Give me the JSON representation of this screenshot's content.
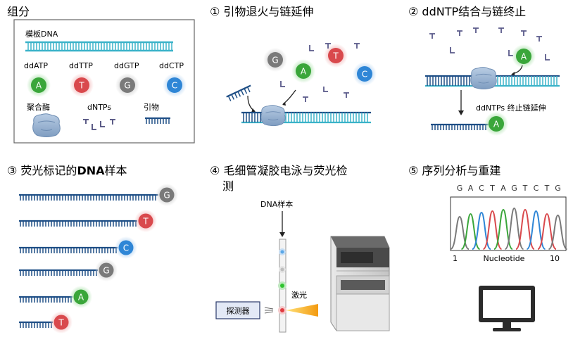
{
  "components": {
    "title": "组分",
    "template_label": "模板DNA",
    "dd_labels": [
      "ddATP",
      "ddTTP",
      "ddGTP",
      "ddCTP"
    ],
    "dd_letters": [
      "A",
      "T",
      "G",
      "C"
    ],
    "polymerase_label": "聚合酶",
    "dntps_label": "dNTPs",
    "primer_label": "引物"
  },
  "step1": {
    "title": "① 引物退火与链延伸"
  },
  "step2": {
    "title": "② ddNTP结合与链终止",
    "annotation": "ddNTPs 终止链延伸"
  },
  "step3": {
    "title_pre": "③ 荧光标记的",
    "title_bold": "DNA",
    "title_post": "样本",
    "fragments": [
      "G",
      "T",
      "C",
      "G",
      "A",
      "T"
    ]
  },
  "step4": {
    "title_line1": "④ 毛细管凝胶电泳与荧光检",
    "title_line2": "测",
    "sample_label": "DNA样本",
    "laser_label": "激光",
    "detector_label": "探测器"
  },
  "step5": {
    "title": "⑤ 序列分析与重建",
    "sequence": [
      "G",
      "A",
      "C",
      "T",
      "A",
      "G",
      "T",
      "C",
      "T",
      "G"
    ],
    "xlabel": "Nucleotide",
    "x_start": "1",
    "x_end": "10"
  },
  "colors": {
    "A": "#3aa63a",
    "T": "#d9494d",
    "G": "#7a7a7a",
    "C": "#2f86d6",
    "dna_dark": "#1f4f86",
    "dna_light": "#3bb3c9",
    "dntp": "#5a5a8a"
  }
}
